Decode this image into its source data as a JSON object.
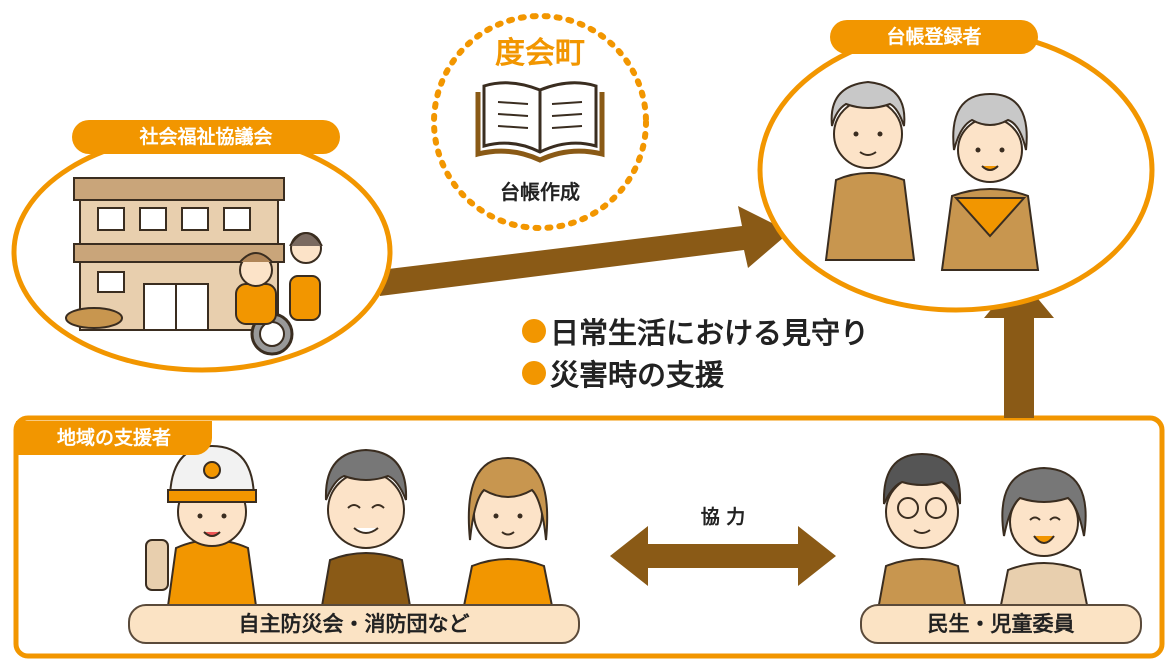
{
  "labels": {
    "council": "社会福祉協議会",
    "town": "度会町",
    "ledger_creation": "台帳作成",
    "registrants": "台帳登録者",
    "community_supporters": "地域の支援者",
    "cooperation": "協 力",
    "volunteer_groups": "自主防災会・消防団など",
    "welfare_commissioners": "民生・児童委員"
  },
  "bullets": [
    "日常生活における見守り",
    "災害時の支援"
  ],
  "colors": {
    "accent": "#f29600",
    "arrow": "#8a5a16",
    "caption_fill": "#fbe3c4"
  }
}
